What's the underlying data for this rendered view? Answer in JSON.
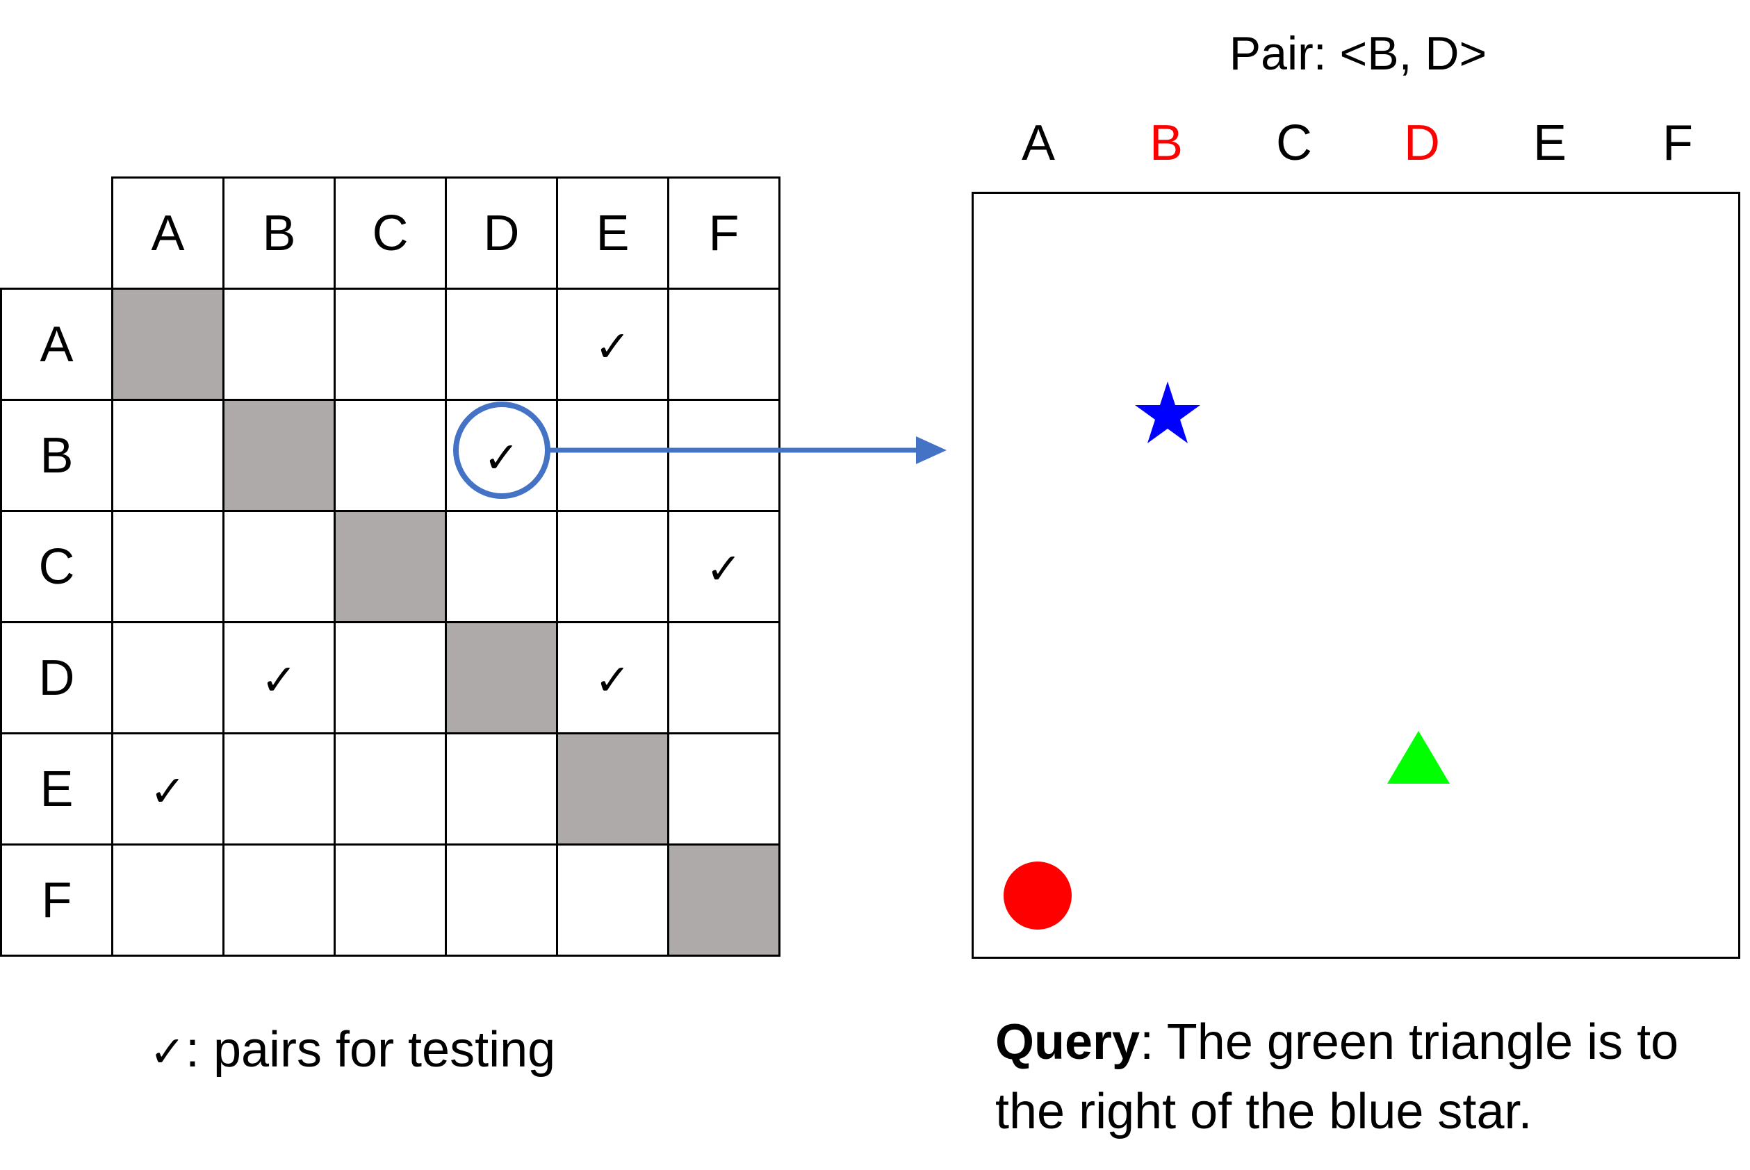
{
  "matrix": {
    "columns": [
      "A",
      "B",
      "C",
      "D",
      "E",
      "F"
    ],
    "rows": [
      "A",
      "B",
      "C",
      "D",
      "E",
      "F"
    ],
    "check_glyph": "✓",
    "diagonal_color": "#aeaaaa",
    "checked_pairs": [
      [
        "A",
        "E"
      ],
      [
        "B",
        "D"
      ],
      [
        "C",
        "F"
      ],
      [
        "D",
        "B"
      ],
      [
        "D",
        "E"
      ],
      [
        "E",
        "A"
      ]
    ],
    "highlighted_pair": [
      "B",
      "D"
    ],
    "highlight_color": "#4472c4"
  },
  "legend": {
    "glyph": "✓",
    "text": ": pairs for testing"
  },
  "panel": {
    "pair_title": "Pair: <B, D>",
    "columns": [
      {
        "label": "A",
        "color": "#000000"
      },
      {
        "label": "B",
        "color": "#ff0000"
      },
      {
        "label": "C",
        "color": "#000000"
      },
      {
        "label": "D",
        "color": "#ff0000"
      },
      {
        "label": "E",
        "color": "#000000"
      },
      {
        "label": "F",
        "color": "#000000"
      }
    ],
    "shapes": [
      {
        "name": "blue-star",
        "shape": "star",
        "color": "#0000ff"
      },
      {
        "name": "green-triangle",
        "shape": "triangle",
        "color": "#00ff00"
      },
      {
        "name": "red-circle",
        "shape": "circle",
        "color": "#ff0000"
      }
    ]
  },
  "query": {
    "label": "Query",
    "text": ": The green triangle is to the right of the blue star."
  }
}
